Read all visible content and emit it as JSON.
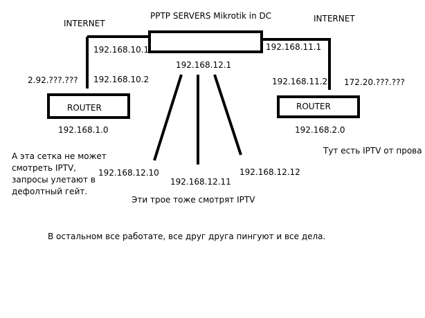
{
  "top": {
    "servers_title": "PPTP SERVERS Mikrotik in DC",
    "internet_left": "INTERNET",
    "internet_right": "INTERNET"
  },
  "server": {
    "ip_left": "192.168.10.1",
    "ip_right": "192.168.11.1",
    "ip_bottom": "192.168.12.1"
  },
  "left": {
    "wan_ip": "2.92.???.???",
    "link_ip": "192.168.10.2",
    "router_label": "ROUTER",
    "lan_ip": "192.168.1.0",
    "note": "А эта сетка не может\nсмотреть IPTV,\nзапросы улетают в\nдефолтный гейт."
  },
  "right": {
    "link_ip": "192.168.11.2",
    "wan_ip": "172.20.???.???",
    "router_label": "ROUTER",
    "lan_ip": "192.168.2.0",
    "note": "Тут есть IPTV от прова"
  },
  "clients": {
    "ip_1": "192.168.12.10",
    "ip_2": "192.168.12.11",
    "ip_3": "192.168.12.12",
    "note": "Эти трое тоже смотрят IPTV"
  },
  "footer": {
    "note": "В остальном все работате, все друг друга пингуют и все дела."
  }
}
